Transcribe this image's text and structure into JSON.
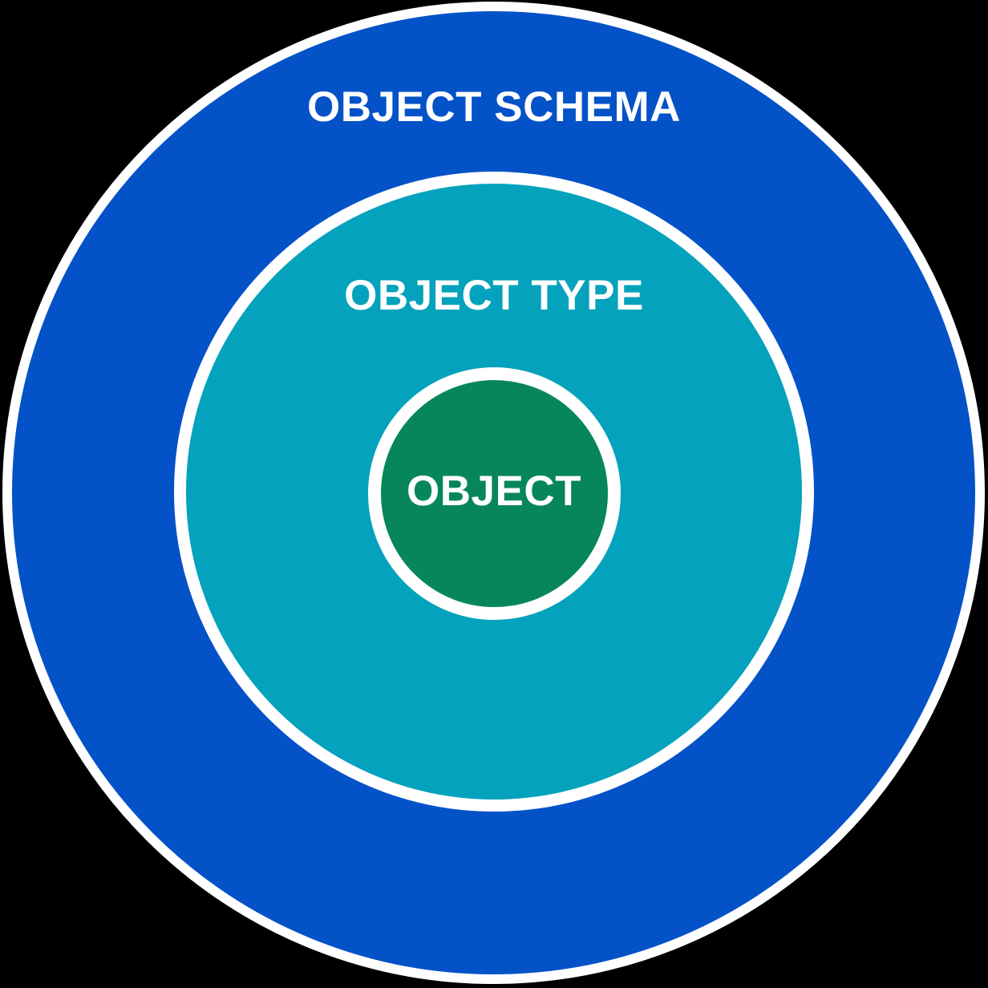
{
  "diagram": {
    "title": "Nested object model diagram",
    "background_color": "#000000",
    "ring_border_color": "#ffffff",
    "label_color": "#ffffff",
    "rings": [
      {
        "label": "OBJECT SCHEMA",
        "color": "#0452c8",
        "level": "outer"
      },
      {
        "label": "OBJECT TYPE",
        "color": "#04a2bc",
        "level": "middle"
      },
      {
        "label": "OBJECT",
        "color": "#078759",
        "level": "inner"
      }
    ]
  }
}
